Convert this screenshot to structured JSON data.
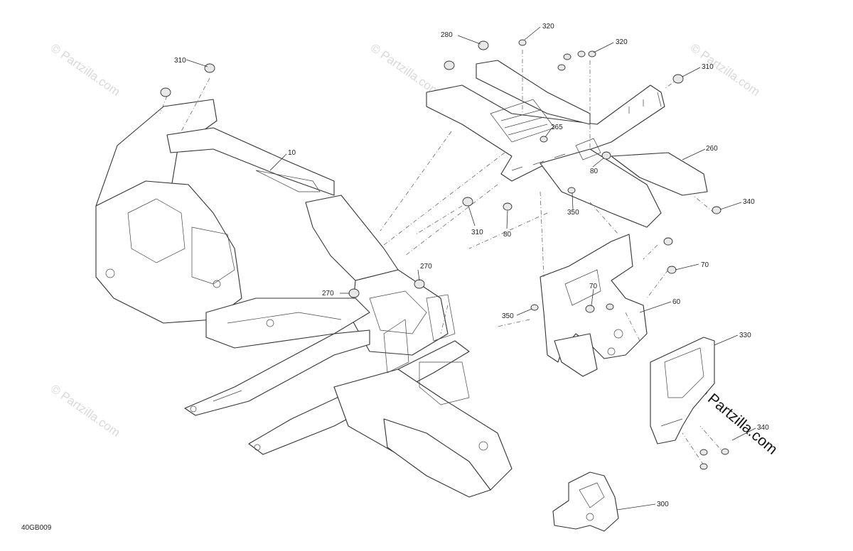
{
  "diagram_code": "40GB009",
  "watermark": {
    "text": "© Partzilla.com",
    "main_text": "© Partzilla.com"
  },
  "callouts": {
    "c10": "10",
    "c60": "60",
    "c70a": "70",
    "c70b": "70",
    "c80a": "80",
    "c80b": "80",
    "c260": "260",
    "c265": "265",
    "c270a": "270",
    "c270b": "270",
    "c280": "280",
    "c300": "300",
    "c310a": "310",
    "c310b": "310",
    "c310c": "310",
    "c320a": "320",
    "c320b": "320",
    "c330": "330",
    "c340a": "340",
    "c340b": "340",
    "c350a": "350",
    "c350b": "350"
  }
}
